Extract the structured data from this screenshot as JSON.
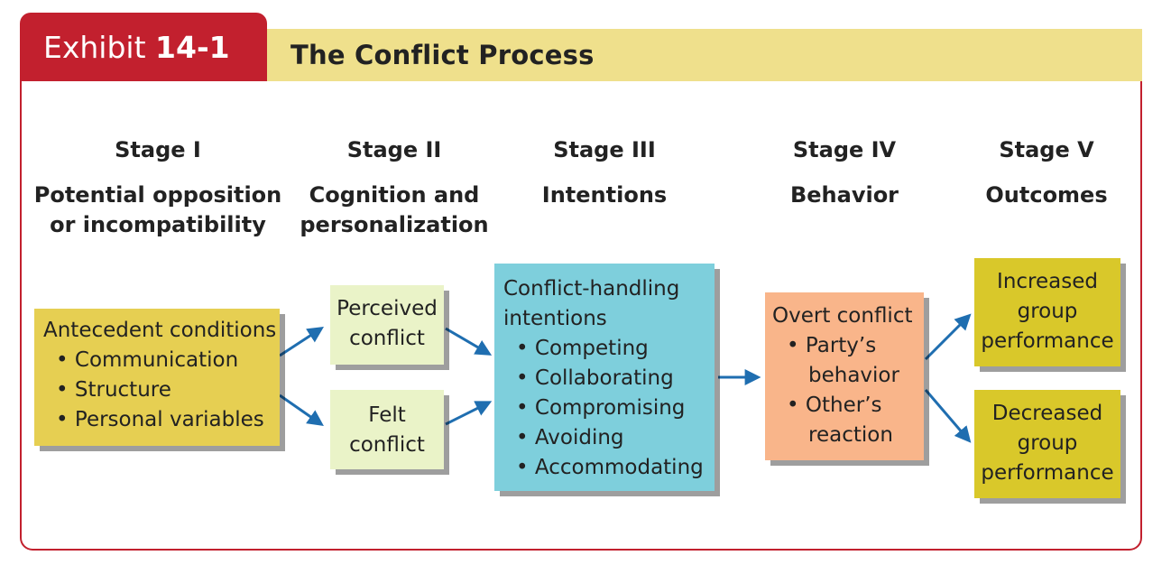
{
  "exhibit": {
    "prefix": "Exhibit",
    "number": "14-1"
  },
  "title": "The Conflict Process",
  "stages": [
    {
      "label": "Stage I",
      "name_line1": "Potential opposition",
      "name_line2": "or incompatibility"
    },
    {
      "label": "Stage II",
      "name_line1": "Cognition and",
      "name_line2": "personalization"
    },
    {
      "label": "Stage III",
      "name_line1": "Intentions",
      "name_line2": ""
    },
    {
      "label": "Stage IV",
      "name_line1": "Behavior",
      "name_line2": ""
    },
    {
      "label": "Stage V",
      "name_line1": "Outcomes",
      "name_line2": ""
    }
  ],
  "boxes": {
    "antecedent": {
      "heading": "Antecedent conditions",
      "items": [
        "Communication",
        "Structure",
        "Personal variables"
      ]
    },
    "perceived": {
      "line1": "Perceived",
      "line2": "conflict"
    },
    "felt": {
      "line1": "Felt",
      "line2": "conflict"
    },
    "intentions": {
      "line1": "Conflict-handling",
      "line2": "intentions",
      "items": [
        "Competing",
        "Collaborating",
        "Compromising",
        "Avoiding",
        "Accommodating"
      ]
    },
    "overt": {
      "heading": "Overt conflict",
      "item1_line1": "Party’s",
      "item1_line2": "behavior",
      "item2_line1": "Other’s",
      "item2_line2": "reaction"
    },
    "increased": {
      "line1": "Increased",
      "line2": "group",
      "line3": "performance"
    },
    "decreased": {
      "line1": "Decreased",
      "line2": "group",
      "line3": "performance"
    }
  },
  "colors": {
    "brand_red": "#c2202e",
    "title_bar": "#efe08c",
    "antecedent_fill": "#e6cf52",
    "stage2_fill": "#eaf3c8",
    "intentions_fill": "#7ecfdc",
    "overt_fill": "#f9b58a",
    "outcome_fill": "#d9c82a",
    "arrow": "#1f6eb0"
  }
}
